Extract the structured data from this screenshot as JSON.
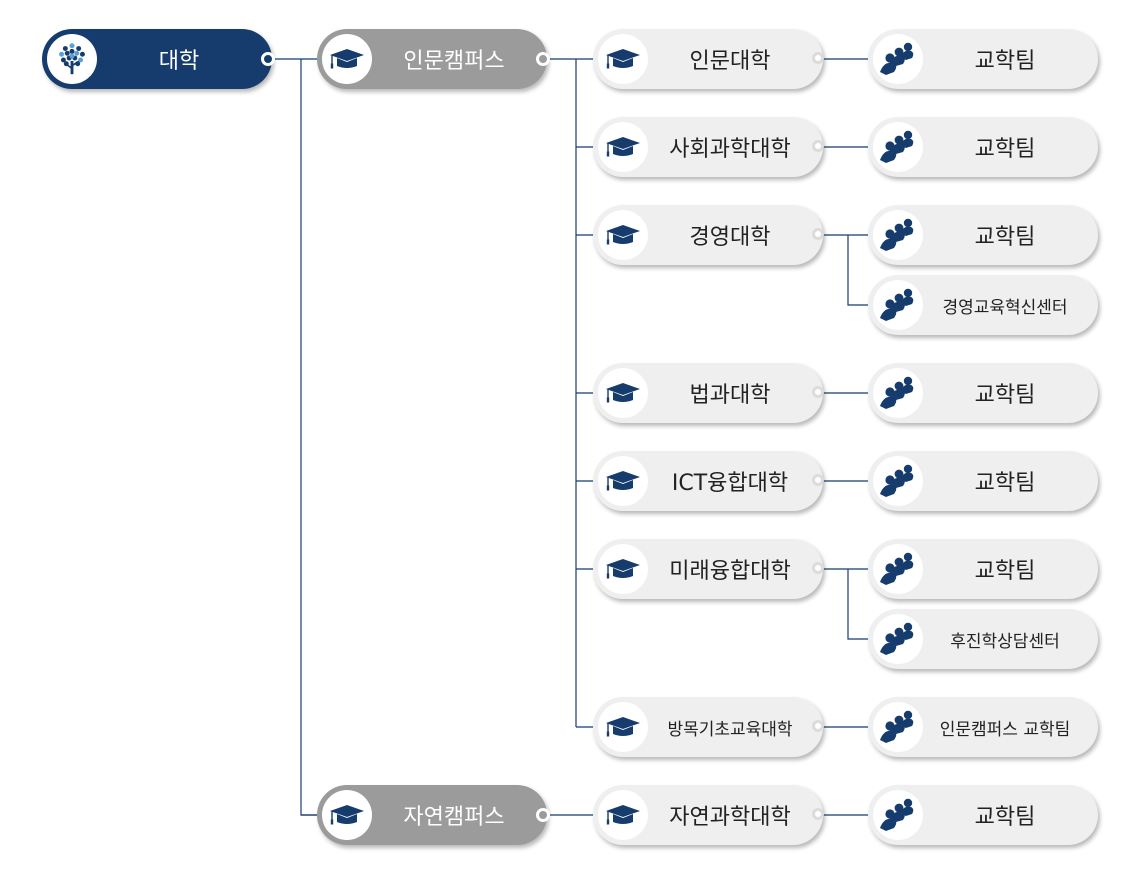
{
  "colors": {
    "navy": "#163c6e",
    "campus_grey": "#9b9b9b",
    "pill_light": "#efefef",
    "line": "#163c6e"
  },
  "icons": {
    "root": "tree-icon",
    "campus": "graduation-cap-icon",
    "college": "graduation-cap-icon",
    "team": "people-group-icon"
  },
  "root": {
    "label": "대학",
    "campuses": [
      {
        "label": "인문캠퍼스",
        "colleges": [
          {
            "label": "인문대학",
            "teams": [
              "교학팀"
            ]
          },
          {
            "label": "사회과학대학",
            "teams": [
              "교학팀"
            ]
          },
          {
            "label": "경영대학",
            "teams": [
              "교학팀",
              "경영교육혁신센터"
            ]
          },
          {
            "label": "법과대학",
            "teams": [
              "교학팀"
            ]
          },
          {
            "label": "ICT융합대학",
            "teams": [
              "교학팀"
            ]
          },
          {
            "label": "미래융합대학",
            "teams": [
              "교학팀",
              "후진학상담센터"
            ]
          },
          {
            "label": "방목기초교육대학",
            "teams": [
              "인문캠퍼스 교학팀"
            ]
          }
        ]
      },
      {
        "label": "자연캠퍼스",
        "colleges": [
          {
            "label": "자연과학대학",
            "teams": [
              "교학팀"
            ]
          }
        ]
      }
    ]
  }
}
